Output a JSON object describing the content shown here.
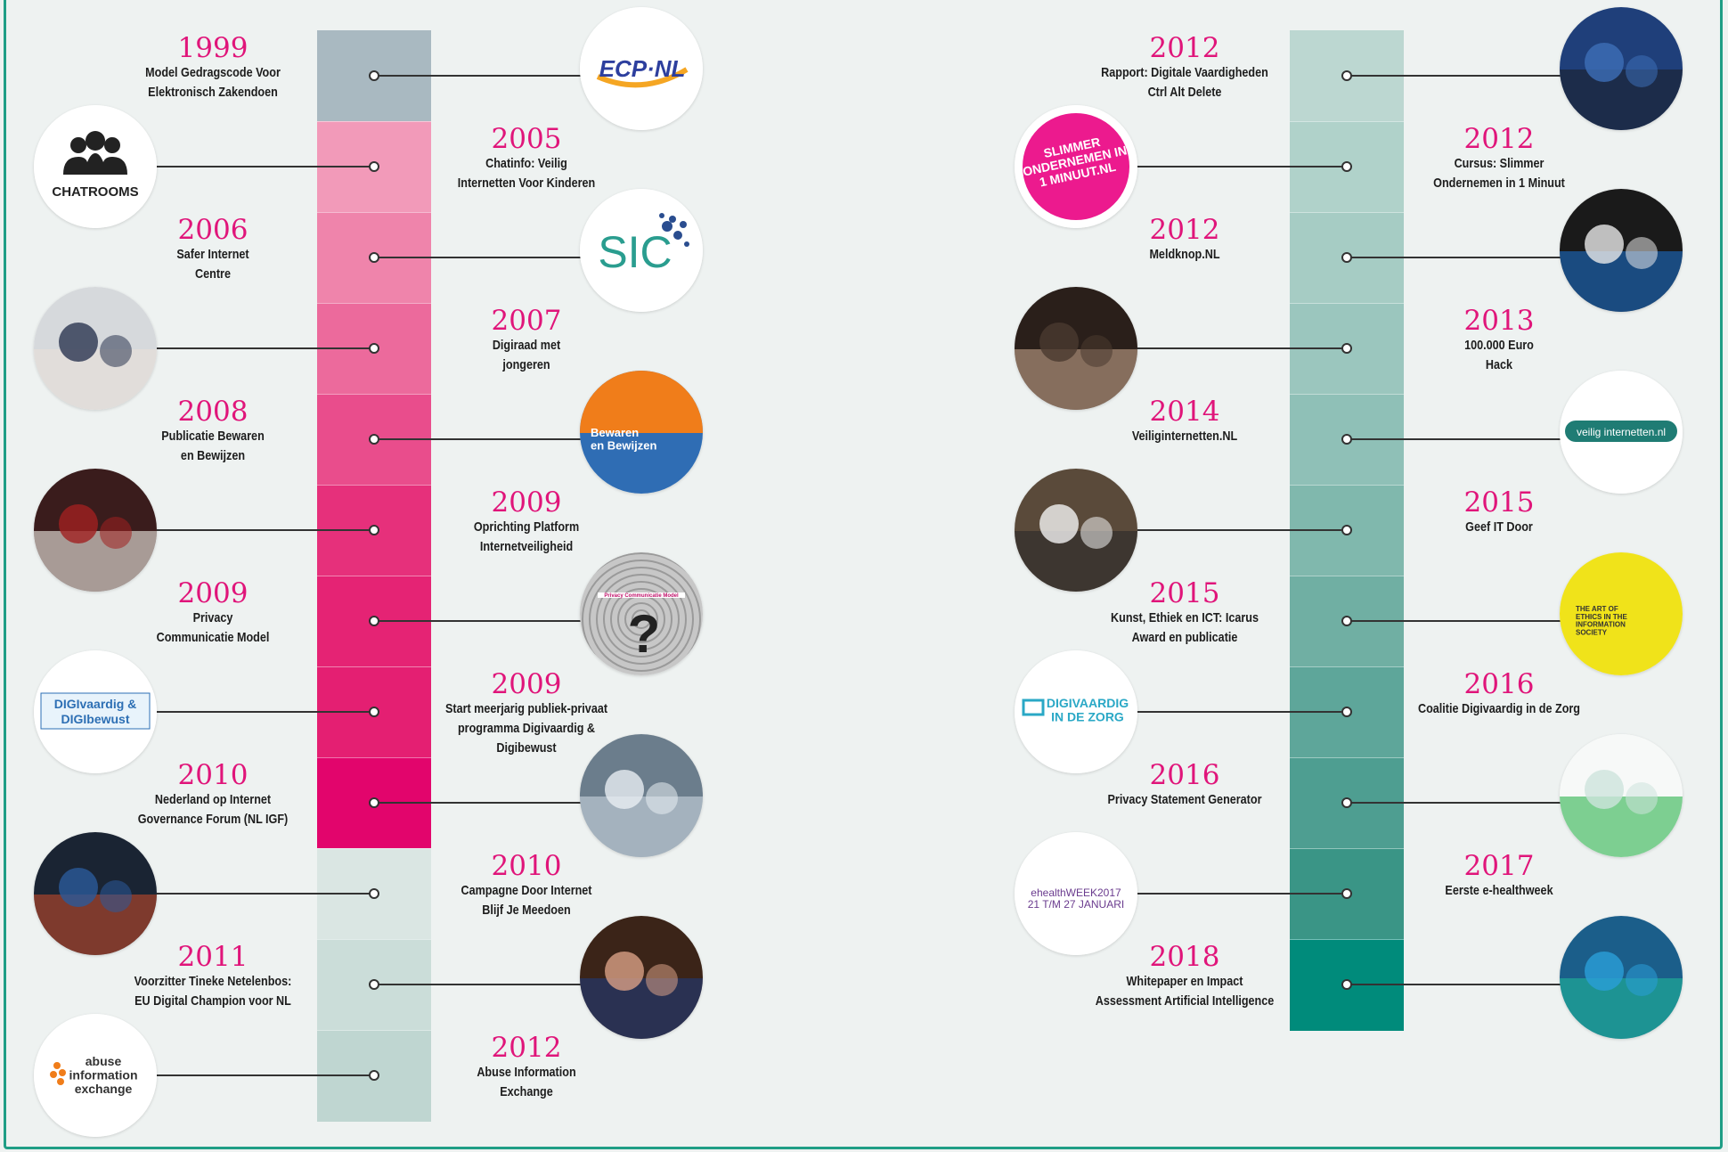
{
  "colors": {
    "accent_pink": "#e0157a",
    "frame_teal": "#1f9e86",
    "left_segments": [
      "#a9b9c1",
      "#f29ab9",
      "#ef84ab",
      "#ec6a9c",
      "#e94d8c",
      "#e6307b",
      "#e52374",
      "#e41f72",
      "#e2056c",
      "#dae6e3",
      "#cbddd9",
      "#bfd6d1"
    ],
    "right_segments": [
      "#bcd7d1",
      "#b0d2ca",
      "#a6ccc4",
      "#9bc6be",
      "#8fc0b7",
      "#80b8ad",
      "#70afa3",
      "#5ea69a",
      "#4e9e91",
      "#3a9586",
      "#008b7b"
    ]
  },
  "events": [
    {
      "year": "1999",
      "label": "Model Gedragscode Voor\nElektronisch Zakendoen",
      "badge": "ecp-nl-logo",
      "badge_text": "ECP·NL"
    },
    {
      "year": "2005",
      "label": "Chatinfo: Veilig\nInternetten Voor Kinderen",
      "badge": "chatrooms-icon",
      "badge_text": "CHATROOMS"
    },
    {
      "year": "2006",
      "label": "Safer Internet\nCentre",
      "badge": "sic-logo",
      "badge_text": "SIC"
    },
    {
      "year": "2007",
      "label": "Digiraad met\njongeren",
      "badge": "meeting-photo",
      "badge_text": ""
    },
    {
      "year": "2008",
      "label": "Publicatie Bewaren\nen Bewijzen",
      "badge": "bewaren-en-bewijzen-cover",
      "badge_text": "Bewaren\nen Bewijzen"
    },
    {
      "year": "2009",
      "label": "Oprichting Platform\nInternetveiligheid",
      "badge": "panel-photo",
      "badge_text": ""
    },
    {
      "year": "2009",
      "label": "Privacy\nCommunicatie Model",
      "badge": "privacy-question-icon",
      "badge_text": "Privacy Communicatie Model"
    },
    {
      "year": "2009",
      "label": "Start meerjarig publiek-privaat\nprogramma Digivaardig &\nDigibewust",
      "badge": "digivaardig-digibewust-logo",
      "badge_text": "DIGIvaardig & DIGIbewust"
    },
    {
      "year": "2010",
      "label": "Nederland op Internet\nGovernance Forum (NL IGF)",
      "badge": "stickers-photo",
      "badge_text": ""
    },
    {
      "year": "2010",
      "label": "Campagne Door Internet\nBlijf Je Meedoen",
      "badge": "conference-photo",
      "badge_text": ""
    },
    {
      "year": "2011",
      "label": "Voorzitter Tineke Netelenbos:\nEU Digital Champion voor NL",
      "badge": "portrait-photo",
      "badge_text": ""
    },
    {
      "year": "2012",
      "label": "Abuse Information\nExchange",
      "badge": "abuse-information-exchange-logo",
      "badge_text": "abuse\ninformation\nexchange"
    },
    {
      "year": "2012",
      "label": "Rapport: Digitale Vaardigheden\nCtrl Alt Delete",
      "badge": "report-cover-photo",
      "badge_text": ""
    },
    {
      "year": "2012",
      "label": "Cursus: Slimmer\nOndernemen in 1 Minuut",
      "badge": "slimmer-ondernemen-badge",
      "badge_text": "SLIMMER\nONDERNEMEN IN\n1 MINUUT.NL"
    },
    {
      "year": "2012",
      "label": "Meldknop.NL",
      "badge": "meldknop-photo",
      "badge_text": ""
    },
    {
      "year": "2013",
      "label": "100.000 Euro\nHack",
      "badge": "hacker-photo",
      "badge_text": ""
    },
    {
      "year": "2014",
      "label": "Veiliginternetten.NL",
      "badge": "veiliginternetten-logo",
      "badge_text": "veilig internetten.nl"
    },
    {
      "year": "2015",
      "label": "Geef IT Door",
      "badge": "group-photo",
      "badge_text": ""
    },
    {
      "year": "2015",
      "label": "Kunst, Ethiek en ICT: Icarus\nAward en publicatie",
      "badge": "art-of-ethics-cover",
      "badge_text": "THE ART OF\nETHICS IN THE\nINFORMATION\nSOCIETY"
    },
    {
      "year": "2016",
      "label": "Coalitie Digivaardig in de Zorg",
      "badge": "digivaardig-in-de-zorg-logo",
      "badge_text": "DIGIVAARDIG\nIN DE ZORG"
    },
    {
      "year": "2016",
      "label": "Privacy Statement Generator",
      "badge": "privacy-statement-screenshot",
      "badge_text": ""
    },
    {
      "year": "2017",
      "label": "Eerste e-healthweek",
      "badge": "ehealthweek-logo",
      "badge_text": "ehealthWEEK2017\n21 T/M 27 JANUARI"
    },
    {
      "year": "2018",
      "label": "Whitepaper en Impact\nAssessment Artificial Intelligence",
      "badge": "ai-network-photo",
      "badge_text": ""
    }
  ]
}
